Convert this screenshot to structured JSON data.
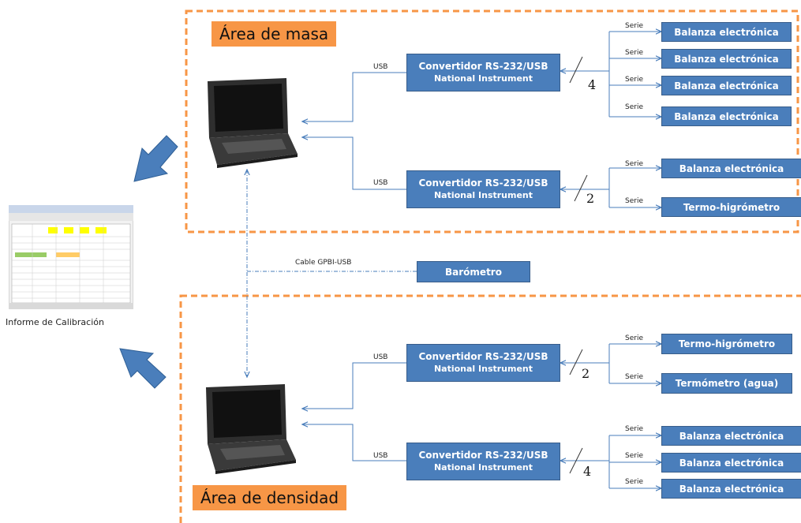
{
  "areas": {
    "mass": {
      "title": "Área de masa"
    },
    "density": {
      "title": "Área de densidad"
    }
  },
  "report": {
    "label": "Informe de Calibración"
  },
  "link": {
    "cable_label": "Cable GPBI-USB",
    "barometer": "Barómetro"
  },
  "mass_group1": {
    "usb_label": "USB",
    "converter_line1": "Convertidor RS-232/USB",
    "converter_line2": "National Instrument",
    "bus_count": "4",
    "devices": [
      {
        "link": "Serie",
        "name": "Balanza electrónica"
      },
      {
        "link": "Serie",
        "name": "Balanza electrónica"
      },
      {
        "link": "Serie",
        "name": "Balanza electrónica"
      },
      {
        "link": "Serie",
        "name": "Balanza electrónica"
      }
    ]
  },
  "mass_group2": {
    "usb_label": "USB",
    "converter_line1": "Convertidor RS-232/USB",
    "converter_line2": "National Instrument",
    "bus_count": "2",
    "devices": [
      {
        "link": "Serie",
        "name": "Balanza electrónica"
      },
      {
        "link": "Serie",
        "name": "Termo-higrómetro"
      }
    ]
  },
  "density_group1": {
    "usb_label": "USB",
    "converter_line1": "Convertidor RS-232/USB",
    "converter_line2": "National Instrument",
    "bus_count": "2",
    "devices": [
      {
        "link": "Serie",
        "name": "Termo-higrómetro"
      },
      {
        "link": "Serie",
        "name": "Termómetro (agua)"
      }
    ]
  },
  "density_group2": {
    "usb_label": "USB",
    "converter_line1": "Convertidor RS-232/USB",
    "converter_line2": "National Instrument",
    "bus_count": "4",
    "devices": [
      {
        "link": "Serie",
        "name": "Balanza electrónica"
      },
      {
        "link": "Serie",
        "name": "Balanza electrónica"
      },
      {
        "link": "Serie",
        "name": "Balanza electrónica"
      }
    ]
  },
  "colors": {
    "box_fill": "#4a7ebb",
    "connector": "#4a7ebb",
    "area_border": "#f79646",
    "area_title_fill": "#f79646"
  }
}
